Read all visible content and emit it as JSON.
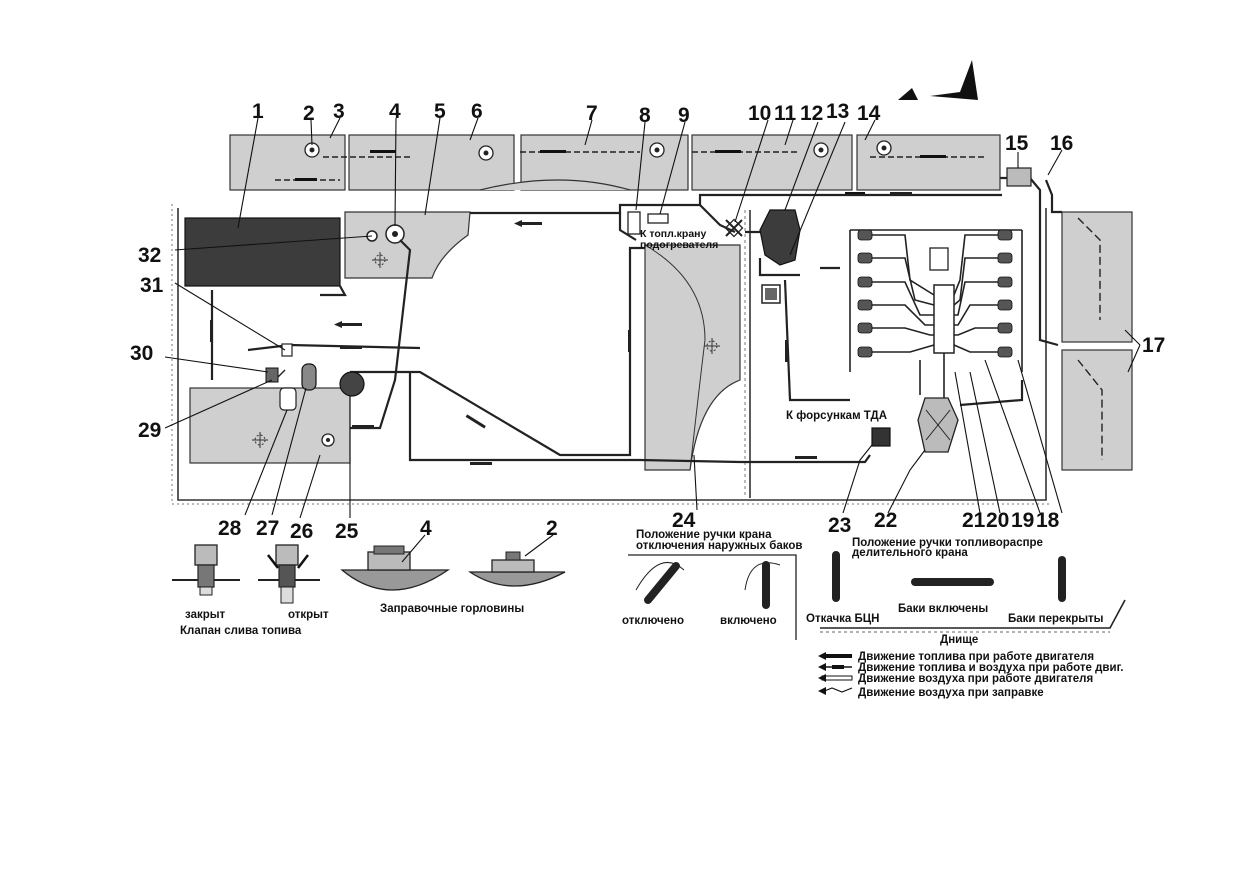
{
  "labels": {
    "n1": "1",
    "n2": "2",
    "n3": "3",
    "n4": "4",
    "n5": "5",
    "n6": "6",
    "n7": "7",
    "n8": "8",
    "n9": "9",
    "n10": "10",
    "n11": "11",
    "n12": "12",
    "n13": "13",
    "n14": "14",
    "n15": "15",
    "n16": "16",
    "n17": "17",
    "n18": "18",
    "n19": "19",
    "n20": "20",
    "n21": "21",
    "n22": "22",
    "n23": "23",
    "n24": "24",
    "n25": "25",
    "n26": "26",
    "n27": "27",
    "n28": "28",
    "n29": "29",
    "n30": "30",
    "n31": "31",
    "n32": "32",
    "n4b": "4",
    "n2b": "2"
  },
  "captions": {
    "heater_tap_1": "К топл.крану",
    "heater_tap_2": "подогревателя",
    "nozzles_tda": "К форсункам ТДА",
    "valve_closed": "закрыт",
    "valve_open": "открыт",
    "drain_valve": "Клапан слива топива",
    "filler_necks": "Заправочные горловины",
    "ext_tanks_1": "Положение ручки крана",
    "ext_tanks_2": "отключения наружных баков",
    "disabled": "отключено",
    "enabled": "включено",
    "dist_valve_1": "Положение ручки топливораспре",
    "dist_valve_2": "делительного крана",
    "pump_out": "Откачка БЦН",
    "tanks_on": "Баки включены",
    "tanks_closed": "Баки перекрыты",
    "bottom": "Днище"
  },
  "legend": [
    {
      "text": "Движение топлива при работе двигателя"
    },
    {
      "text": "Движение топлива и воздуха при работе двиг."
    },
    {
      "text": "Движение воздуха при работе двигателя"
    },
    {
      "text": "Движение воздуха при заправке"
    }
  ],
  "colors": {
    "tank_fill": "#cfcfcf",
    "tank_dark": "#3c3c3c",
    "line": "#222222"
  }
}
